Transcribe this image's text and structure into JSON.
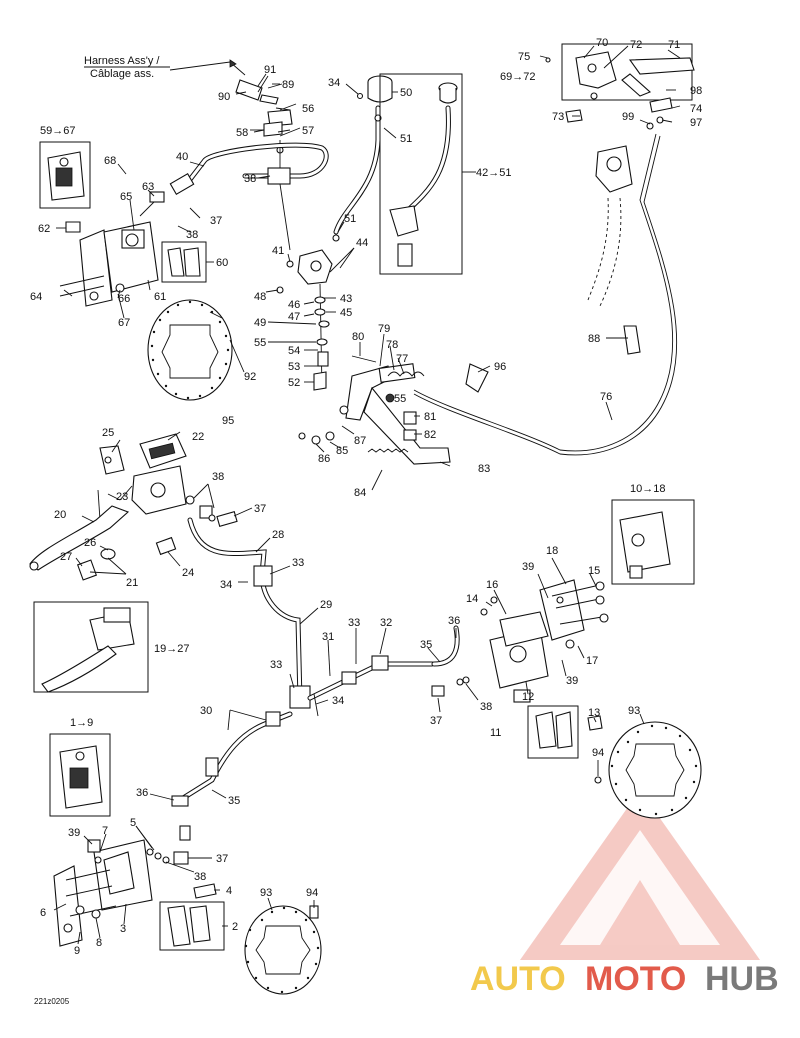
{
  "harness": {
    "line1": "Harness Ass'y /",
    "line2": "Câblage ass."
  },
  "figure_code": "221z0205",
  "watermark": {
    "auto": "AUTO",
    "moto": "MOTO",
    "hub": "HUB",
    "auto_color": "#f2c94c",
    "moto_color": "#e25b4b",
    "hub_color": "#7a7a7a"
  },
  "callouts": {
    "c91": "91",
    "c90": "90",
    "c89": "89",
    "c56": "56",
    "c58": "58",
    "c57": "57",
    "c40": "40",
    "c38a": "38",
    "c34a": "34",
    "c50": "50",
    "c51a": "51",
    "c51b": "51",
    "c44": "44",
    "c42": "42→51",
    "c75": "75",
    "c70": "70",
    "c72": "72",
    "c71": "71",
    "c69": "69→72",
    "c98": "98",
    "c74": "74",
    "c73": "73",
    "c99": "99",
    "c97": "97",
    "c59": "59→67",
    "c68": "68",
    "c63": "63",
    "c65": "65",
    "c62": "62",
    "c37a": "37",
    "c38b": "38",
    "c60": "60",
    "c64": "64",
    "c66": "66",
    "c61": "61",
    "c67": "67",
    "c41": "41",
    "c48": "48",
    "c43": "43",
    "c46": "46",
    "c45": "45",
    "c47": "47",
    "c49": "49",
    "c55a": "55",
    "c54": "54",
    "c53": "53",
    "c52": "52",
    "c92": "92",
    "c95": "95",
    "c80": "80",
    "c79": "79",
    "c78": "78",
    "c77": "77",
    "c55b": "55",
    "c96": "96",
    "c88": "88",
    "c76": "76",
    "c81": "81",
    "c82": "82",
    "c87": "87",
    "c86": "86",
    "c85": "85",
    "c83": "83",
    "c84": "84",
    "c25": "25",
    "c22": "22",
    "c38c": "38",
    "c23": "23",
    "c20": "20",
    "c26": "26",
    "c27": "27",
    "c21": "21",
    "c24": "24",
    "c37b": "37",
    "c28": "28",
    "c33a": "33",
    "c34b": "34",
    "c10": "10→18",
    "c18": "18",
    "c39a": "39",
    "c15": "15",
    "c14": "14",
    "c16": "16",
    "c36a": "36",
    "c35a": "35",
    "c32": "32",
    "c33b": "33",
    "c31": "31",
    "c29": "29",
    "c19": "19→27",
    "c17": "17",
    "c39b": "39",
    "c12": "12",
    "c38d": "38",
    "c37c": "37",
    "c11": "11",
    "c13": "13",
    "c94a": "94",
    "c93a": "93",
    "c33c": "33",
    "c30": "30",
    "c34c": "34",
    "c1": "1→9",
    "c36b": "36",
    "c35b": "35",
    "c39c": "39",
    "c7": "7",
    "c5": "5",
    "c37d": "37",
    "c38e": "38",
    "c4": "4",
    "c6": "6",
    "c9": "9",
    "c8": "8",
    "c3": "3",
    "c2": "2",
    "c93b": "93",
    "c94b": "94"
  }
}
